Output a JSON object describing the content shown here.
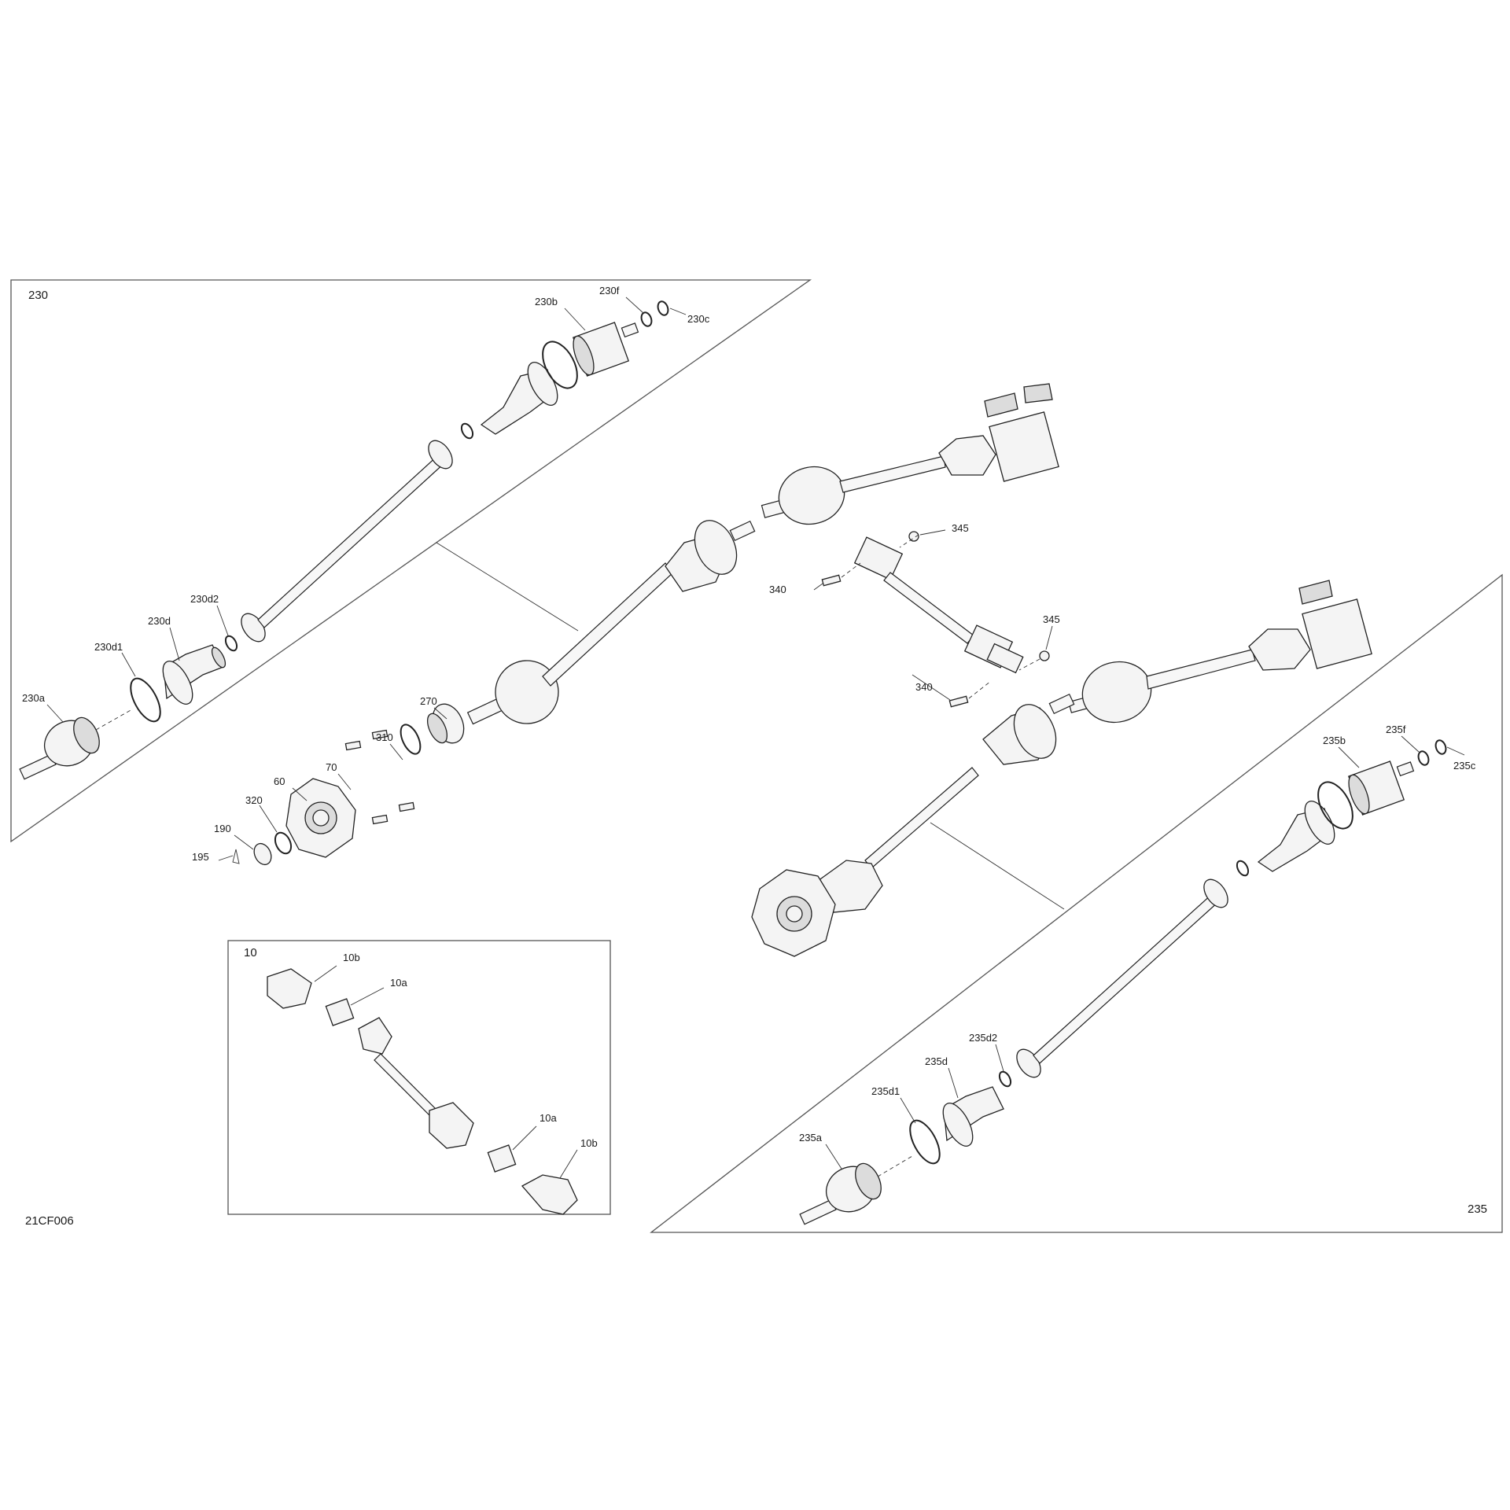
{
  "drawing_id": "21CF006",
  "panels": {
    "left_section": "230",
    "right_section": "235",
    "inset_section": "10"
  },
  "callouts": {
    "c230a": "230a",
    "c230b": "230b",
    "c230c": "230c",
    "c230d": "230d",
    "c230d1": "230d1",
    "c230d2": "230d2",
    "c230f": "230f",
    "c235a": "235a",
    "c235b": "235b",
    "c235c": "235c",
    "c235d": "235d",
    "c235d1": "235d1",
    "c235d2": "235d2",
    "c235f": "235f",
    "c60": "60",
    "c70": "70",
    "c190": "190",
    "c195": "195",
    "c270": "270",
    "c310": "310",
    "c320": "320",
    "c340_top": "340",
    "c340_bottom": "340",
    "c345_top": "345",
    "c345_bottom": "345",
    "c10b_top": "10b",
    "c10a_top": "10a",
    "c10a_bottom": "10a",
    "c10b_bottom": "10b"
  }
}
